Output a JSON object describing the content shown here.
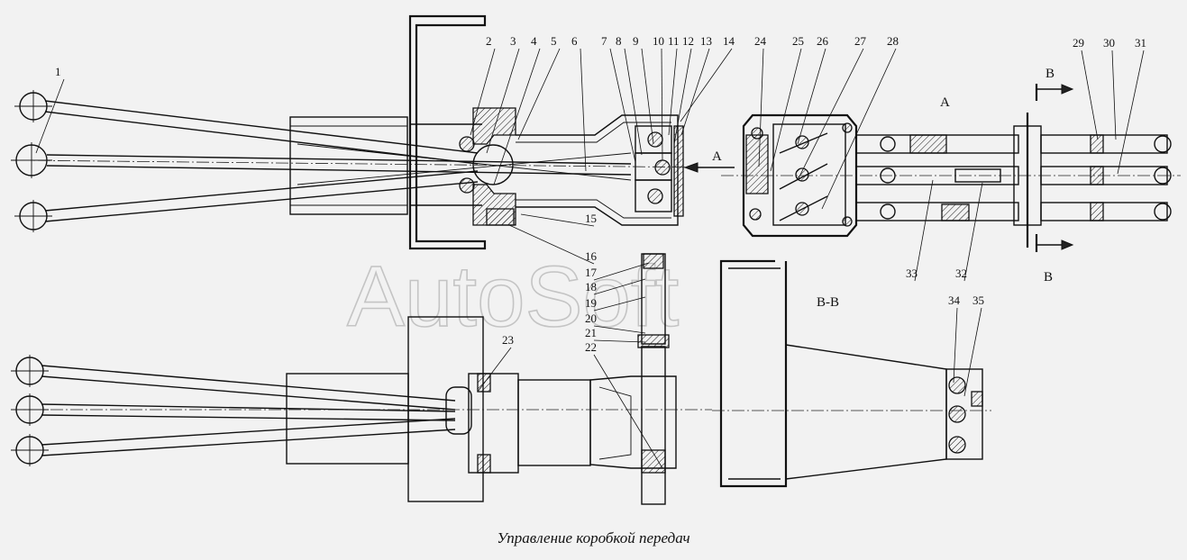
{
  "caption": "Управление коробкой передач",
  "watermark": "AutoSoft",
  "view_labels": {
    "view_a_arrow": "A",
    "view_a_title": "A",
    "section_mark_top": "B",
    "section_mark_bottom": "B",
    "section_title": "B-B"
  },
  "callouts": [
    "1",
    "2",
    "3",
    "4",
    "5",
    "6",
    "7",
    "8",
    "9",
    "10",
    "11",
    "12",
    "13",
    "14",
    "15",
    "16",
    "17",
    "18",
    "19",
    "20",
    "21",
    "22",
    "23",
    "24",
    "25",
    "26",
    "27",
    "28",
    "29",
    "30",
    "31",
    "32",
    "33",
    "34",
    "35"
  ]
}
